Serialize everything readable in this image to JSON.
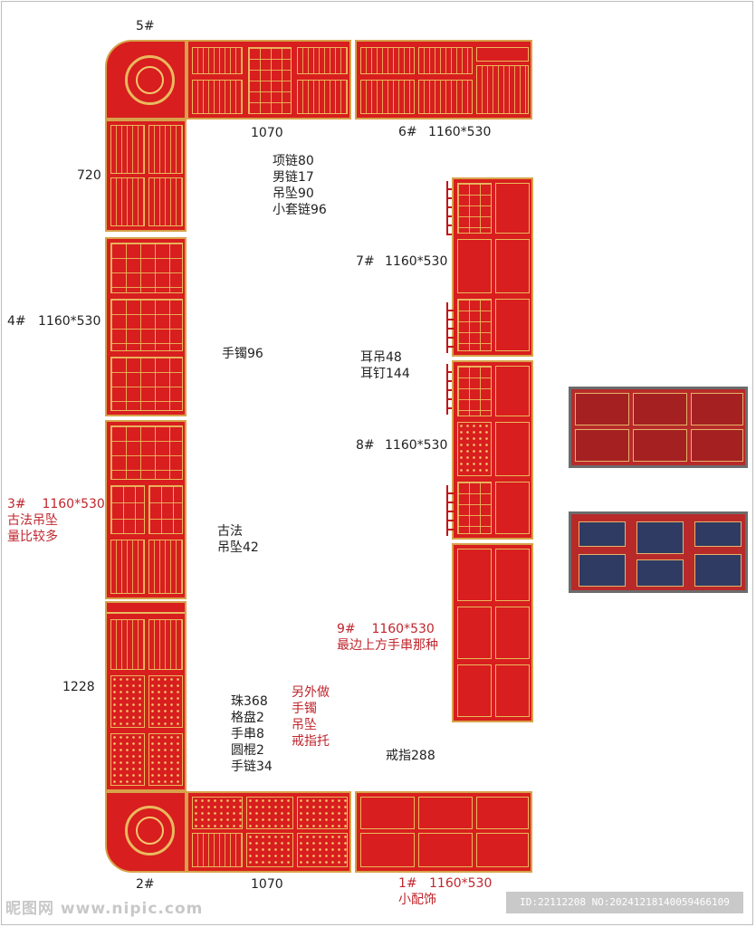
{
  "sections": {
    "s5": {
      "id": "5#"
    },
    "s6": {
      "id": "6#",
      "size": "1160*530"
    },
    "s7": {
      "id": "7#",
      "size": "1160*530"
    },
    "s8": {
      "id": "8#",
      "size": "1160*530"
    },
    "s4": {
      "id": "4#",
      "size": "1160*530"
    },
    "s3": {
      "id": "3#",
      "size": "1160*530",
      "note_line1": "古法吊坠",
      "note_line2": "量比较多"
    },
    "s9": {
      "id": "9#",
      "size": "1160*530",
      "note": "最边上方手串那种"
    },
    "s2": {
      "id": "2#"
    },
    "s1": {
      "id": "1#",
      "size": "1160*530",
      "note": "小配饰"
    }
  },
  "dimensions": {
    "top_width": "1070",
    "bottom_width": "1070",
    "left_upper": "720",
    "left_lower": "1228"
  },
  "inventory": {
    "top_group": [
      "项链80",
      "男链17",
      "吊坠90",
      "小套链96"
    ],
    "bracelet": "手镯96",
    "earrings": [
      "耳吊48",
      "耳钉144"
    ],
    "ancient": [
      "古法",
      "吊坠42"
    ],
    "bottom_group": [
      "珠368",
      "格盘2",
      "手串8",
      "圆棍2",
      "手链34"
    ],
    "extra": [
      "另外做",
      "手镯",
      "吊坠",
      "戒指托"
    ],
    "rings": "戒指288"
  },
  "watermark": {
    "site": "昵图网 www.nipic.com",
    "id_line": "ID:22112208 NO:20241218140059466109"
  },
  "colors": {
    "tray_red": "#d81e1e",
    "trim_gold": "#e9b95e",
    "note_red": "#c0262d",
    "navy": "#2f3b63"
  }
}
